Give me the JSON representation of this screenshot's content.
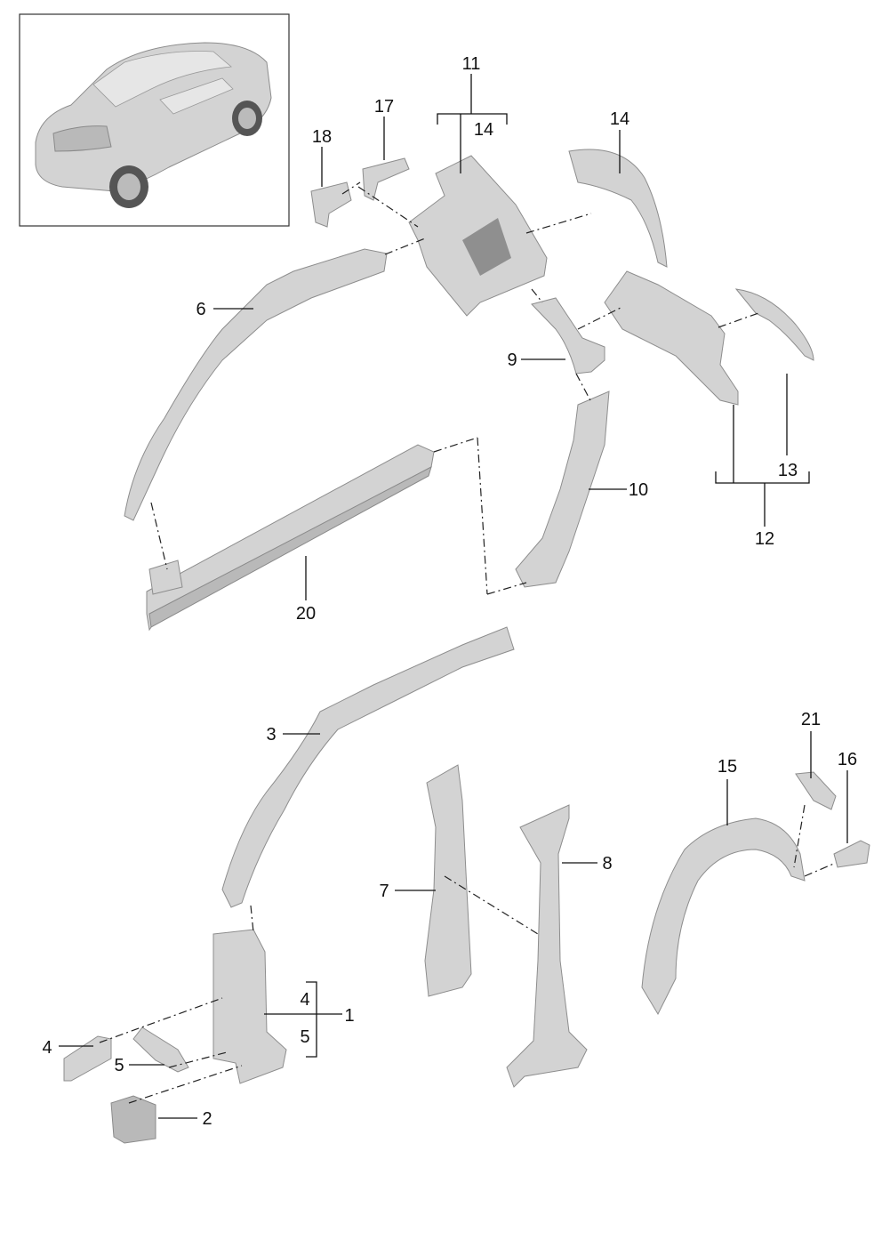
{
  "callouts": [
    {
      "id": "c1",
      "text": "1"
    },
    {
      "id": "c2",
      "text": "2"
    },
    {
      "id": "c3",
      "text": "3"
    },
    {
      "id": "c4a",
      "text": "4"
    },
    {
      "id": "c4b",
      "text": "4"
    },
    {
      "id": "c5a",
      "text": "5"
    },
    {
      "id": "c5b",
      "text": "5"
    },
    {
      "id": "c6",
      "text": "6"
    },
    {
      "id": "c7",
      "text": "7"
    },
    {
      "id": "c8",
      "text": "8"
    },
    {
      "id": "c9",
      "text": "9"
    },
    {
      "id": "c10",
      "text": "10"
    },
    {
      "id": "c11",
      "text": "11"
    },
    {
      "id": "c12",
      "text": "12"
    },
    {
      "id": "c13",
      "text": "13"
    },
    {
      "id": "c14a",
      "text": "14"
    },
    {
      "id": "c14b",
      "text": "14"
    },
    {
      "id": "c15",
      "text": "15"
    },
    {
      "id": "c16",
      "text": "16"
    },
    {
      "id": "c17",
      "text": "17"
    },
    {
      "id": "c18",
      "text": "18"
    },
    {
      "id": "c20",
      "text": "20"
    },
    {
      "id": "c21",
      "text": "21"
    }
  ],
  "colors": {
    "part": "#d3d3d3",
    "part_edge": "#8d8d8d",
    "line": "#111111",
    "background": "#ffffff"
  }
}
